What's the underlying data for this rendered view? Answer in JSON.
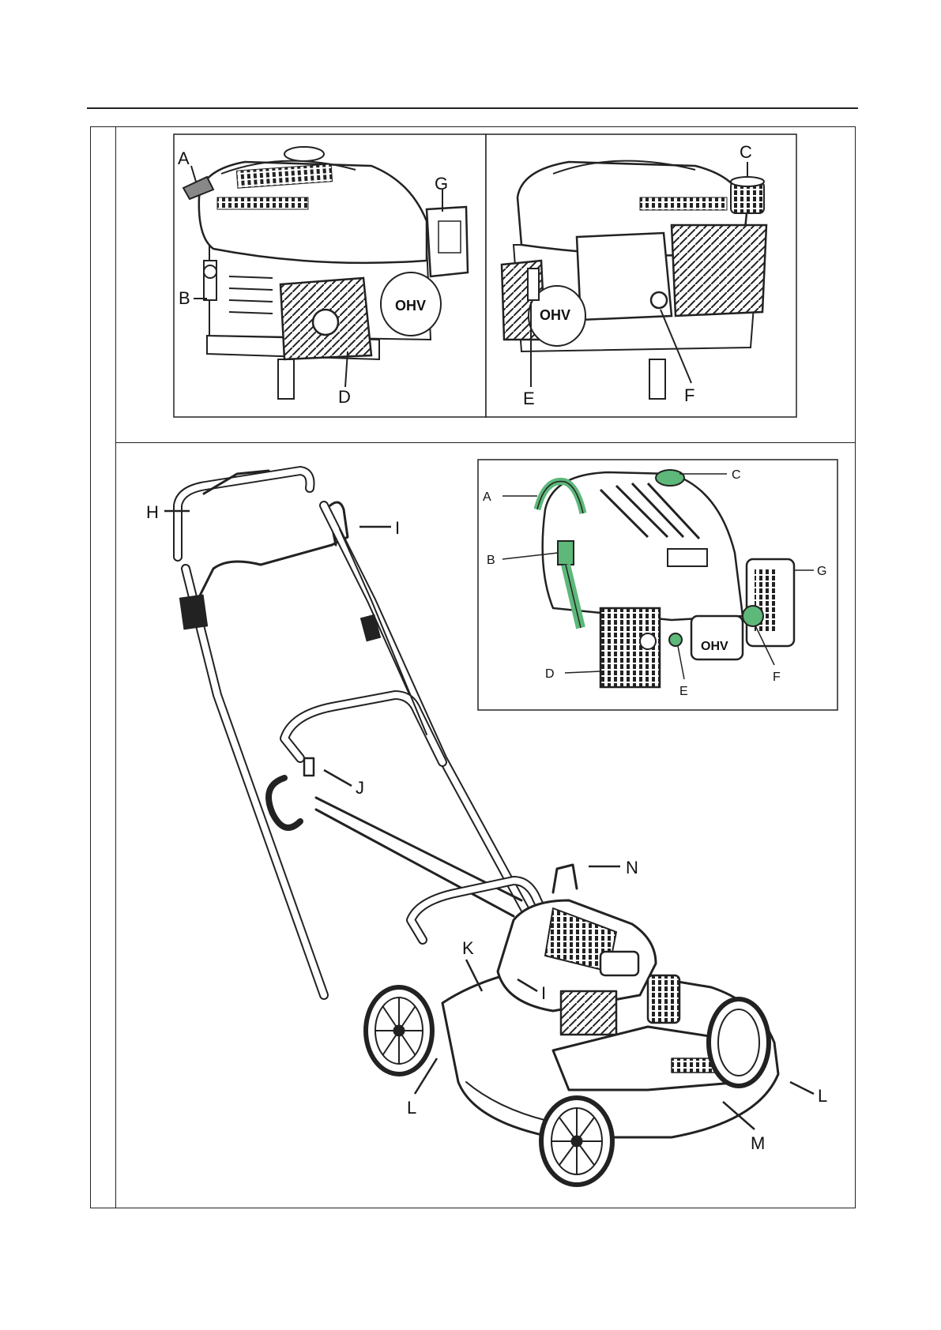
{
  "figure1": {
    "left_view": {
      "callouts": [
        "A",
        "B",
        "D",
        "G"
      ],
      "engine_badge": "OHV"
    },
    "right_view": {
      "callouts": [
        "C",
        "E",
        "F"
      ],
      "engine_badge": "OHV"
    }
  },
  "figure2": {
    "mower_callouts": [
      "H",
      "I",
      "J",
      "N",
      "K",
      "I",
      "L",
      "L",
      "M"
    ],
    "inset": {
      "callouts": [
        "A",
        "C",
        "B",
        "G",
        "D",
        "E",
        "F"
      ],
      "engine_badge": "OHV"
    }
  },
  "colors": {
    "line": "#222222",
    "highlight": "#5db87a",
    "panel_bg": "#ffffff"
  }
}
